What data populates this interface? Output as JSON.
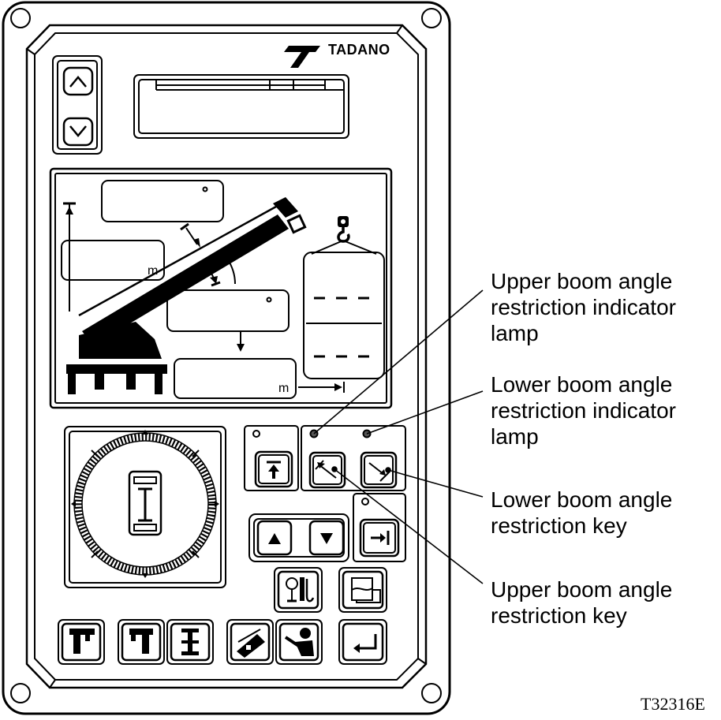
{
  "brand": {
    "name": "TADANO"
  },
  "panel": {
    "units": {
      "length": "m",
      "radius": "m"
    }
  },
  "callouts": {
    "upper_lamp": "Upper boom angle\nrestriction indicator\nlamp",
    "lower_lamp": "Lower boom angle\nrestriction indicator\nlamp",
    "lower_key": "Lower boom angle\nrestriction key",
    "upper_key": "Upper boom angle\nrestriction key"
  },
  "figure_code": "T32316E",
  "icons": [
    "up-arrow-icon",
    "down-arrow-icon",
    "crane-icon",
    "hook-icon",
    "overhoist-icon",
    "upper-angle-icon",
    "lower-angle-icon",
    "triangle-up-icon",
    "triangle-down-icon",
    "set-icon",
    "winch-icon",
    "memo-icon",
    "outrigger-icon",
    "enter-icon",
    "operator-icon"
  ]
}
